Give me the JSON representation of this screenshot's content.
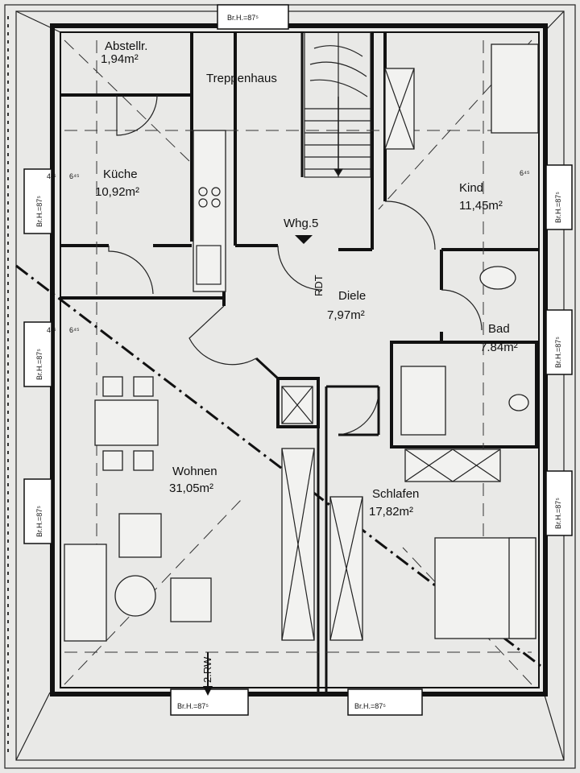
{
  "rooms": [
    {
      "name": "Abstellr.",
      "area": "1,94m²"
    },
    {
      "name": "Treppenhaus",
      "area": ""
    },
    {
      "name": "Küche",
      "area": "10,92m²"
    },
    {
      "name": "Kind",
      "area": "11,45m²"
    },
    {
      "name": "Diele",
      "area": "7,97m²"
    },
    {
      "name": "Bad",
      "area": "7.84m²"
    },
    {
      "name": "Wohnen",
      "area": "31,05m²"
    },
    {
      "name": "Schlafen",
      "area": "17,82m²"
    }
  ],
  "labels": {
    "apartment": "Whg.5",
    "rdt": "RDT",
    "rw": "2.RW",
    "window_sill": "Br.H.=87⁵",
    "window_sill_vertical": "Br.H.=87⁵",
    "dim_a": "4²⁵",
    "dim_b": "6⁴⁵"
  },
  "colors": {
    "background": "#e9e9e7",
    "ink": "#111111"
  }
}
